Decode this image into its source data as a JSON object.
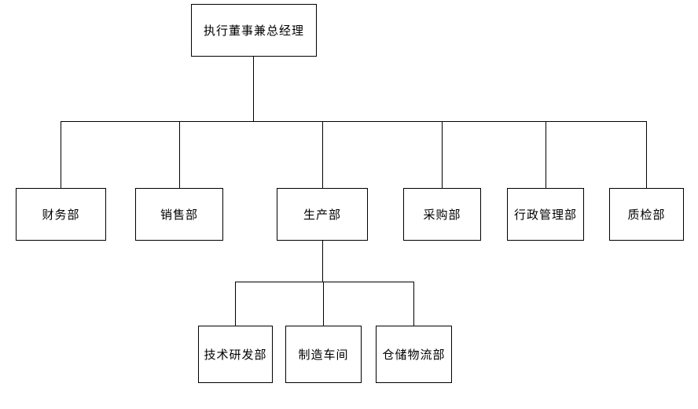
{
  "diagram": {
    "type": "org-chart",
    "nodes": {
      "root": {
        "label": "执行董事兼总经理",
        "level": 1
      },
      "finance": {
        "label": "财务部",
        "level": 2
      },
      "sales": {
        "label": "销售部",
        "level": 2
      },
      "production": {
        "label": "生产部",
        "level": 2
      },
      "purchasing": {
        "label": "采购部",
        "level": 2
      },
      "admin": {
        "label": "行政管理部",
        "level": 2
      },
      "qc": {
        "label": "质检部",
        "level": 2
      },
      "rnd": {
        "label": "技术研发部",
        "level": 3
      },
      "workshop": {
        "label": "制造车间",
        "level": 3
      },
      "logistics": {
        "label": "仓储物流部",
        "level": 3
      }
    },
    "edges": [
      {
        "from": "执行董事兼总经理",
        "to": "财务部"
      },
      {
        "from": "执行董事兼总经理",
        "to": "销售部"
      },
      {
        "from": "执行董事兼总经理",
        "to": "生产部"
      },
      {
        "from": "执行董事兼总经理",
        "to": "采购部"
      },
      {
        "from": "执行董事兼总经理",
        "to": "行政管理部"
      },
      {
        "from": "执行董事兼总经理",
        "to": "质检部"
      },
      {
        "from": "生产部",
        "to": "技术研发部"
      },
      {
        "from": "生产部",
        "to": "制造车间"
      },
      {
        "from": "生产部",
        "to": "仓储物流部"
      }
    ],
    "colors": {
      "background": "#ffffff",
      "node_fill": "#ffffff",
      "node_border": "#000000",
      "line": "#000000",
      "text": "#000000"
    }
  }
}
